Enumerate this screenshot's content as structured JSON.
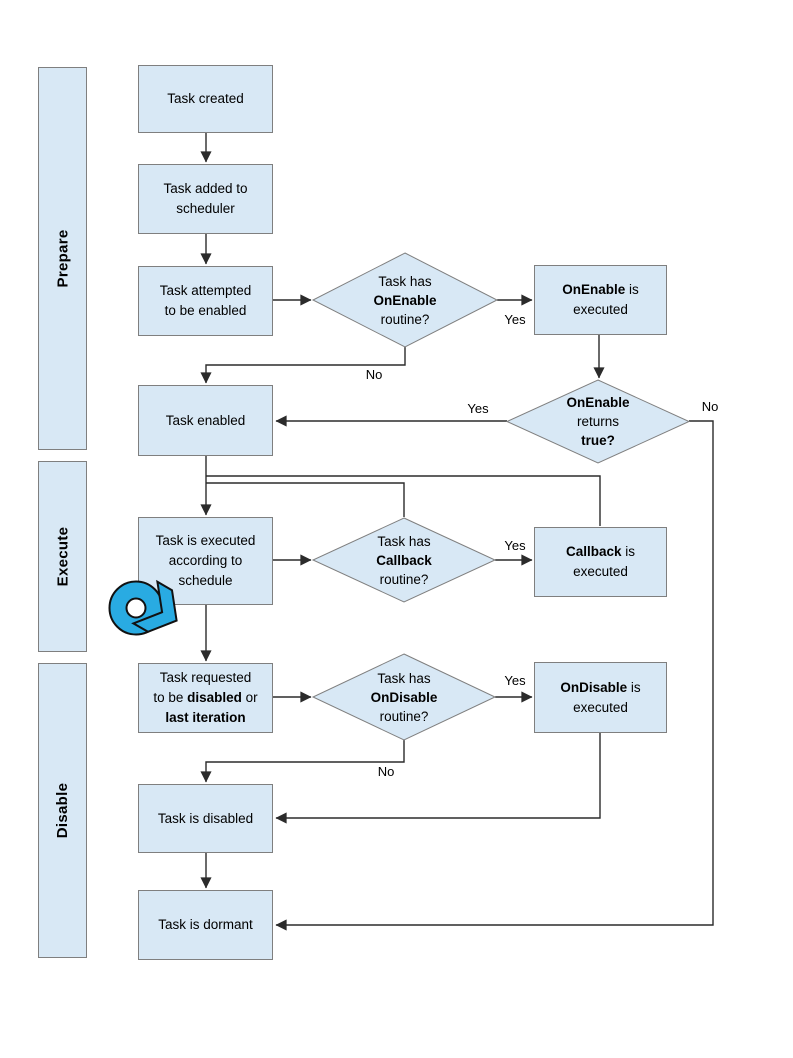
{
  "colors": {
    "node_fill": "#d8e8f5",
    "node_border": "#7f7f7f",
    "connector": "#2b2b2b",
    "loop_icon_blue": "#29abe2",
    "text": "#000000"
  },
  "sidebar": {
    "bands": [
      {
        "label": "Prepare"
      },
      {
        "label": "Execute"
      },
      {
        "label": "Disable"
      }
    ]
  },
  "nodes": {
    "task_created": {
      "parts": [
        {
          "t": "Task created"
        }
      ]
    },
    "task_added": {
      "parts": [
        {
          "t": "Task added to\nscheduler"
        }
      ]
    },
    "task_attempted": {
      "parts": [
        {
          "t": "Task attempted\nto be enabled"
        }
      ]
    },
    "has_on_enable": {
      "parts": [
        {
          "t": "Task has\n"
        },
        {
          "t": "OnEnable",
          "b": true
        },
        {
          "t": "\nroutine?"
        }
      ]
    },
    "on_enable_exec": {
      "parts": [
        {
          "t": "OnEnable",
          "b": true
        },
        {
          "t": " is\nexecuted"
        }
      ]
    },
    "on_enable_true": {
      "parts": [
        {
          "t": "OnEnable",
          "b": true
        },
        {
          "t": "\nreturns\n"
        },
        {
          "t": "true?",
          "b": true
        }
      ]
    },
    "task_enabled": {
      "parts": [
        {
          "t": "Task enabled"
        }
      ]
    },
    "task_executed": {
      "parts": [
        {
          "t": "Task is executed\naccording to\nschedule"
        }
      ]
    },
    "has_callback": {
      "parts": [
        {
          "t": "Task has\n"
        },
        {
          "t": "Callback",
          "b": true
        },
        {
          "t": "\nroutine?"
        }
      ]
    },
    "callback_exec": {
      "parts": [
        {
          "t": "Callback",
          "b": true
        },
        {
          "t": " is\nexecuted"
        }
      ]
    },
    "task_requested": {
      "parts": [
        {
          "t": "Task requested\nto be "
        },
        {
          "t": "disabled",
          "b": true
        },
        {
          "t": " or\n"
        },
        {
          "t": "last iteration",
          "b": true
        }
      ]
    },
    "has_on_disable": {
      "parts": [
        {
          "t": "Task has\n"
        },
        {
          "t": "OnDisable",
          "b": true
        },
        {
          "t": "\nroutine?"
        }
      ]
    },
    "on_disable_exec": {
      "parts": [
        {
          "t": "OnDisable",
          "b": true
        },
        {
          "t": " is\nexecuted"
        }
      ]
    },
    "task_disabled": {
      "parts": [
        {
          "t": "Task is disabled"
        }
      ]
    },
    "task_dormant": {
      "parts": [
        {
          "t": "Task is dormant"
        }
      ]
    }
  },
  "edge_labels": {
    "has_on_enable_yes": "Yes",
    "has_on_enable_no": "No",
    "on_enable_true_yes": "Yes",
    "on_enable_true_no": "No",
    "has_callback_yes": "Yes",
    "has_on_disable_yes": "Yes",
    "has_on_disable_no": "No"
  },
  "icons": {
    "execute_loop": "repeat-circular-arrow"
  }
}
